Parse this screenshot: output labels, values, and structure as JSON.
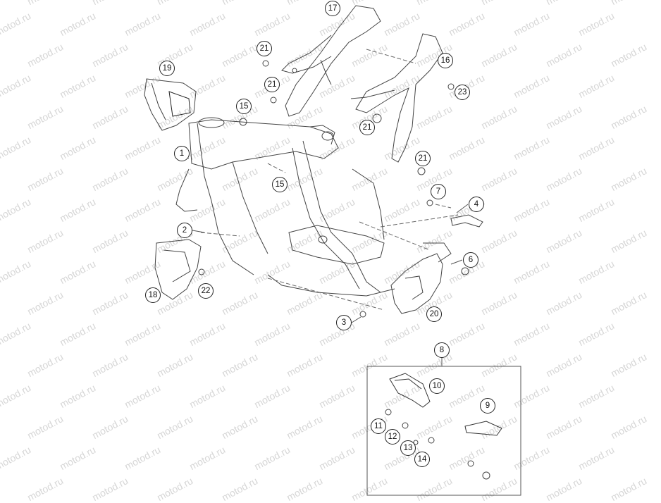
{
  "watermark": {
    "text": "motod.ru"
  },
  "parts": [
    {
      "number": "1"
    },
    {
      "number": "2"
    },
    {
      "number": "3"
    },
    {
      "number": "4"
    },
    {
      "number": "6"
    },
    {
      "number": "7"
    },
    {
      "number": "8"
    },
    {
      "number": "9"
    },
    {
      "number": "10"
    },
    {
      "number": "11"
    },
    {
      "number": "12"
    },
    {
      "number": "13"
    },
    {
      "number": "14"
    },
    {
      "number": "15"
    },
    {
      "number": "15"
    },
    {
      "number": "16"
    },
    {
      "number": "17"
    },
    {
      "number": "18"
    },
    {
      "number": "19"
    },
    {
      "number": "20"
    },
    {
      "number": "21"
    },
    {
      "number": "21"
    },
    {
      "number": "21"
    },
    {
      "number": "21"
    },
    {
      "number": "22"
    },
    {
      "number": "23"
    }
  ]
}
